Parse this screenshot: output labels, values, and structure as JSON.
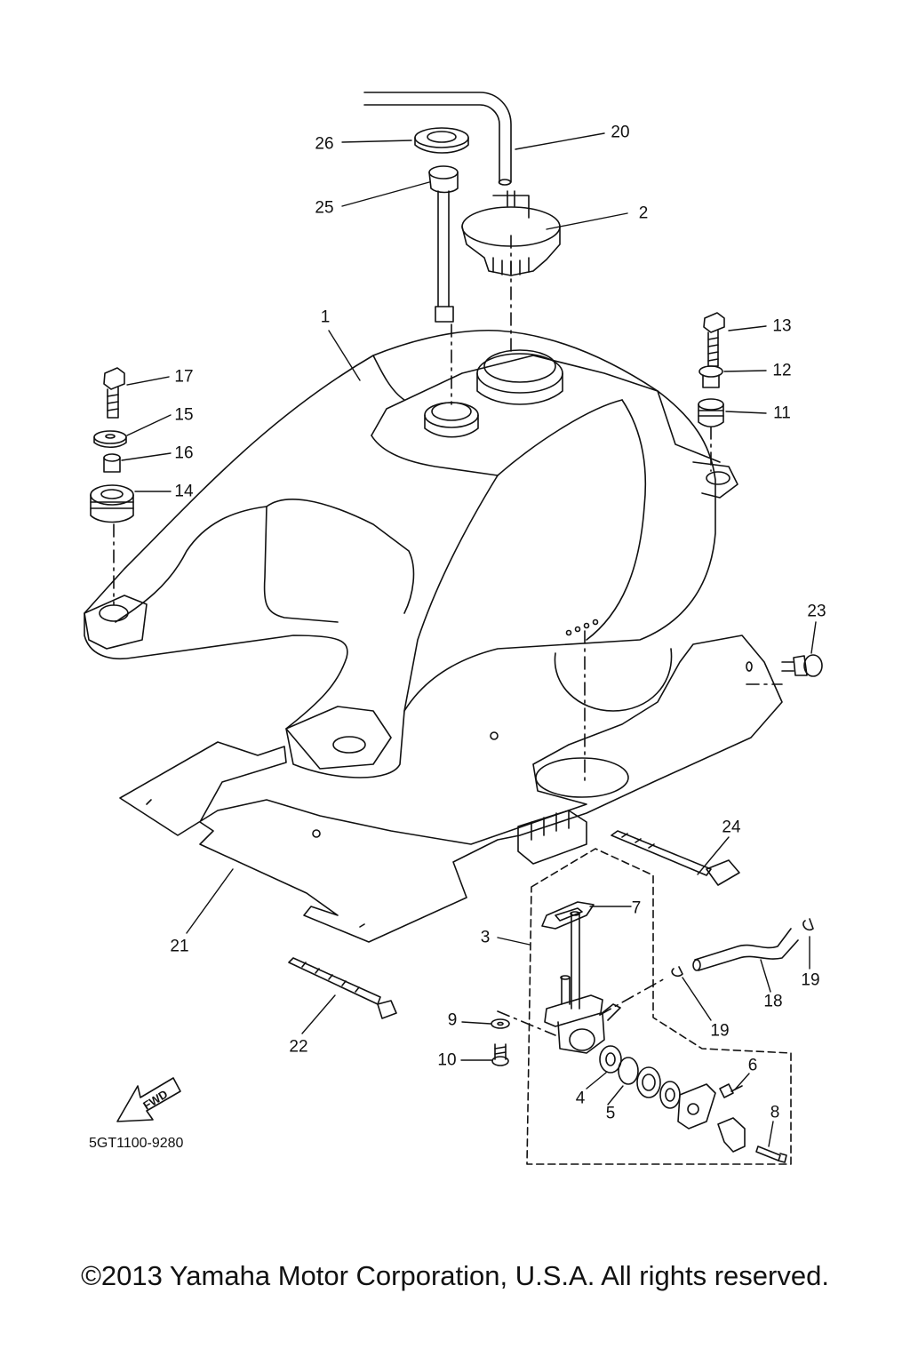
{
  "diagram": {
    "callouts": [
      {
        "id": "1",
        "label": "1"
      },
      {
        "id": "2",
        "label": "2"
      },
      {
        "id": "3",
        "label": "3"
      },
      {
        "id": "4",
        "label": "4"
      },
      {
        "id": "5",
        "label": "5"
      },
      {
        "id": "6",
        "label": "6"
      },
      {
        "id": "7",
        "label": "7"
      },
      {
        "id": "8",
        "label": "8"
      },
      {
        "id": "9",
        "label": "9"
      },
      {
        "id": "10",
        "label": "10"
      },
      {
        "id": "11",
        "label": "11"
      },
      {
        "id": "12",
        "label": "12"
      },
      {
        "id": "13",
        "label": "13"
      },
      {
        "id": "14",
        "label": "14"
      },
      {
        "id": "15",
        "label": "15"
      },
      {
        "id": "16",
        "label": "16"
      },
      {
        "id": "17",
        "label": "17"
      },
      {
        "id": "18",
        "label": "18"
      },
      {
        "id": "19a",
        "label": "19"
      },
      {
        "id": "19b",
        "label": "19"
      },
      {
        "id": "20",
        "label": "20"
      },
      {
        "id": "21",
        "label": "21"
      },
      {
        "id": "22",
        "label": "22"
      },
      {
        "id": "23",
        "label": "23"
      },
      {
        "id": "24",
        "label": "24"
      },
      {
        "id": "25",
        "label": "25"
      },
      {
        "id": "26",
        "label": "26"
      }
    ],
    "fwd_label": "FWD",
    "diagram_code": "5GT1100-9280"
  },
  "footer": {
    "copyright": "©2013 Yamaha Motor Corporation, U.S.A. All rights reserved."
  }
}
